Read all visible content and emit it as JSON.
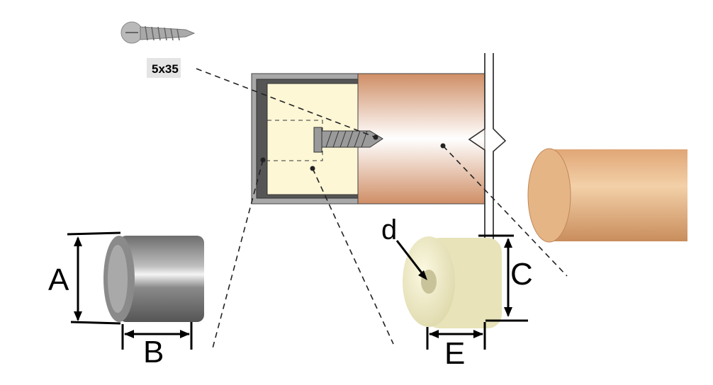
{
  "screw_label": "5x35",
  "dimensions": {
    "a": "A",
    "b": "B",
    "c": "C",
    "d": "d",
    "e": "E"
  },
  "colors": {
    "brown": "#cf8e66",
    "cap_fill": "#fdf7d6",
    "frame": "#a8a8a8",
    "nylon": "#f2efcc",
    "wood": "#e6b585"
  }
}
